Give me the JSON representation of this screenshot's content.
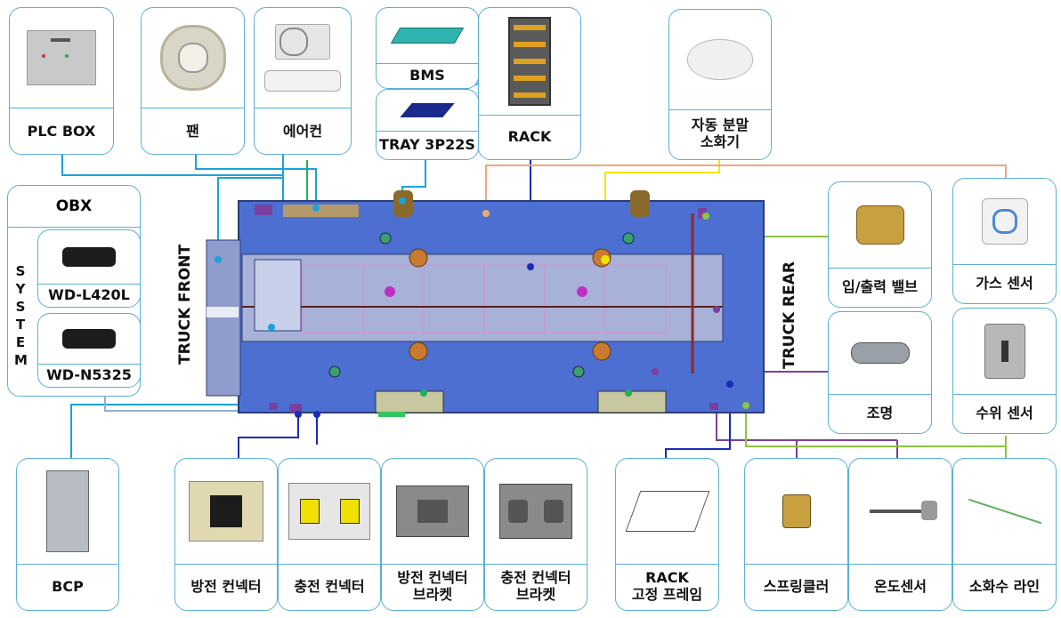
{
  "labels": {
    "plc_box": "PLC BOX",
    "fan": "팬",
    "aircon": "에어컨",
    "bms": "BMS",
    "tray": "TRAY 3P22S",
    "rack": "RACK",
    "extinguisher": "자동 분말\n소화기",
    "obx": "OBX",
    "system": "SYSTEM",
    "wd1": "WD-L420L",
    "wd2": "WD-N5325",
    "valve": "입/출력 밸브",
    "gas": "가스 센서",
    "light": "조명",
    "water": "수위 센서",
    "bcp": "BCP",
    "disch_conn": "방전 컨넥터",
    "charge_conn": "충전 컨넥터",
    "disch_bracket": "방전 컨넥터\n브라켓",
    "charge_bracket": "충전 컨넥터\n브라켓",
    "rack_frame": "RACK\n고정 프레임",
    "sprinkler": "스프링클러",
    "temp": "온도센서",
    "fire_line": "소화수 라인",
    "truck_front": "TRUCK FRONT",
    "truck_rear": "TRUCK REAR"
  },
  "colors": {
    "card_border": "#5bb0d6",
    "container": "#4d6fd1",
    "line_blue": "#1aa3d9",
    "line_green": "#22b05a",
    "line_orange": "#f0a878",
    "line_yellow": "#f2e600",
    "line_navy": "#1a2bb8",
    "line_lime": "#8cc63f",
    "line_purple": "#7b3fa0"
  }
}
